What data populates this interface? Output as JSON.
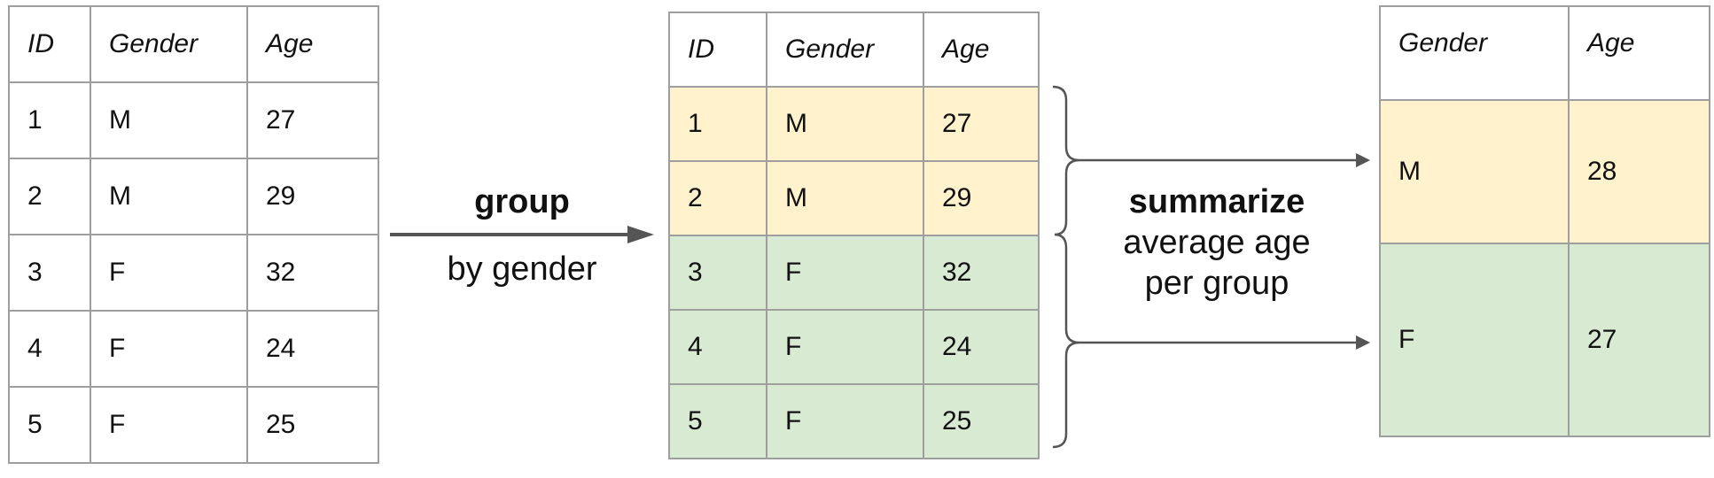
{
  "colors": {
    "group_m": "#fff2cc",
    "group_f": "#d9ead3",
    "border": "#9e9e9e",
    "arrow": "#555555"
  },
  "source_table": {
    "headers": [
      "ID",
      "Gender",
      "Age"
    ],
    "rows": [
      [
        "1",
        "M",
        "27"
      ],
      [
        "2",
        "M",
        "29"
      ],
      [
        "3",
        "F",
        "32"
      ],
      [
        "4",
        "F",
        "24"
      ],
      [
        "5",
        "F",
        "25"
      ]
    ]
  },
  "group_step": {
    "title": "group",
    "subtitle": "by gender"
  },
  "grouped_table": {
    "headers": [
      "ID",
      "Gender",
      "Age"
    ],
    "rows": [
      [
        "1",
        "M",
        "27"
      ],
      [
        "2",
        "M",
        "29"
      ],
      [
        "3",
        "F",
        "32"
      ],
      [
        "4",
        "F",
        "24"
      ],
      [
        "5",
        "F",
        "25"
      ]
    ]
  },
  "summarize_step": {
    "title": "summarize",
    "line1": "average age",
    "line2": "per group"
  },
  "summary_table": {
    "headers": [
      "Gender",
      "Age"
    ],
    "rows": [
      [
        "M",
        "28"
      ],
      [
        "F",
        "27"
      ]
    ]
  }
}
